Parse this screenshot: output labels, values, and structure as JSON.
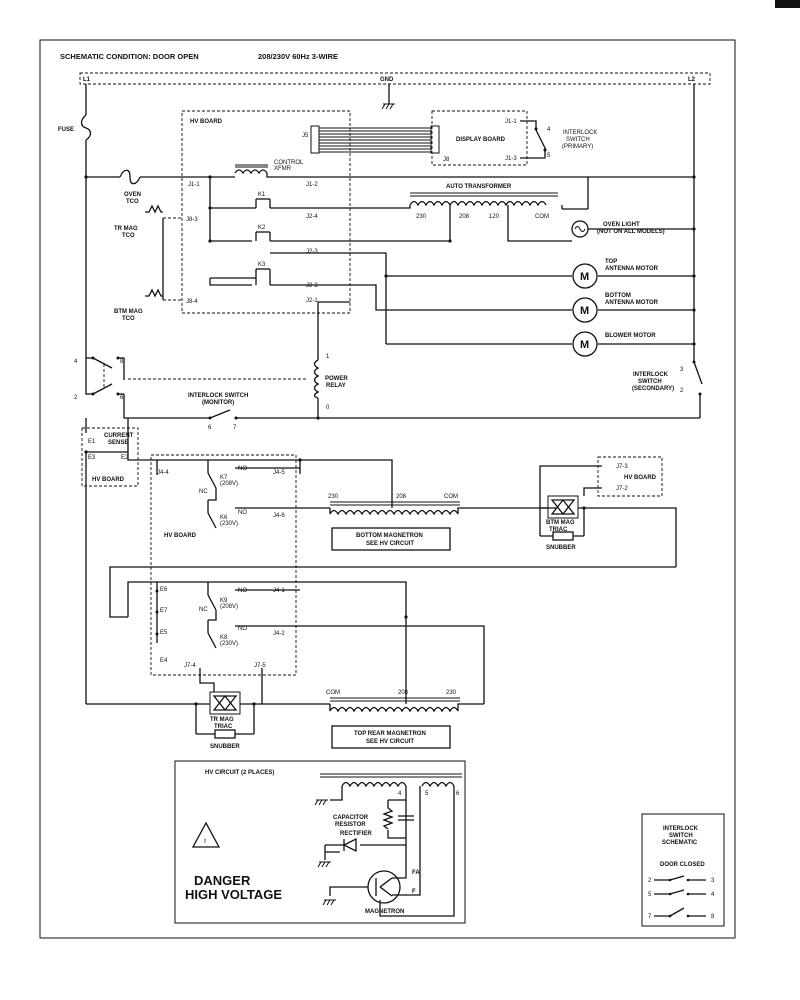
{
  "header": {
    "condition": "SCHEMATIC CONDITION: DOOR OPEN",
    "power": "208/230V 60Hz 3-WIRE"
  },
  "bus": {
    "l1": "L1",
    "gnd": "GND",
    "l2": "L2"
  },
  "fuse": "FUSE",
  "oven_tco": [
    "OVEN",
    "TCO"
  ],
  "tr_mag_tco": [
    "TR MAG",
    "TCO"
  ],
  "btm_mag_tco": [
    "BTM MAG",
    "TCO"
  ],
  "hv_board_top": {
    "title": "HV BOARD",
    "pins": {
      "j5": "J5",
      "j11": "J1-1",
      "j12": "J1-2",
      "j83": "J8-3",
      "j24": "J2-4",
      "j23": "J2-3",
      "j22": "J2-2",
      "j21": "J2-1",
      "j84": "J8-4"
    },
    "relays": {
      "k1": "K1",
      "k2": "K2",
      "k3": "K3"
    },
    "xfmr": [
      "CONTROL",
      "XFMR"
    ]
  },
  "display_board": {
    "title": "DISPLAY BOARD",
    "j8": "J8",
    "j11": "J1-1",
    "j13": "J1-3"
  },
  "interlock_primary": {
    "label": [
      "INTERLOCK",
      "SWITCH",
      "(PRIMARY)"
    ],
    "p4": "4",
    "p5": "5"
  },
  "auto_transformer": {
    "title": "AUTO TRANSFORMER",
    "taps": [
      "230",
      "208",
      "120",
      "COM"
    ]
  },
  "loads": {
    "oven_light": [
      "OVEN LIGHT",
      "(NOT ON ALL MODELS)"
    ],
    "top_antenna": [
      "TOP",
      "ANTENNA MOTOR"
    ],
    "bottom_antenna": [
      "BOTTOM",
      "ANTENNA MOTOR"
    ],
    "blower": [
      "BLOWER MOTOR"
    ],
    "motor_symbol": "M"
  },
  "left_switch": {
    "p4": "4",
    "p8": "8",
    "p2": "2",
    "p6": "6"
  },
  "power_relay": {
    "label": [
      "POWER",
      "RELAY"
    ],
    "p1": "1",
    "p0": "0"
  },
  "interlock_monitor": {
    "label": [
      "INTERLOCK SWITCH",
      "(MONITOR)"
    ],
    "p6": "6",
    "p7": "7"
  },
  "interlock_secondary": {
    "label": [
      "INTERLOCK",
      "SWITCH",
      "(SECONDARY)"
    ],
    "p3": "3",
    "p2": "2"
  },
  "current_sense": {
    "e1": "E1",
    "title": [
      "CURRENT",
      "SENSE"
    ],
    "e3": "E3",
    "e2": "E2",
    "board": "HV BOARD"
  },
  "hv_board_mid": {
    "title": "HV BOARD",
    "j44": "J4-4",
    "j45": "J4-5",
    "j46": "J4-6",
    "k7": [
      "K7",
      "(208V)"
    ],
    "k6": [
      "K6",
      "(230V)"
    ],
    "no1": "NO",
    "nc": "NC",
    "no2": "NO",
    "e6": "E6",
    "e7": "E7",
    "e5": "E5",
    "e4": "E4",
    "j41": "J4-1",
    "j42": "J4-2",
    "k9": [
      "K9",
      "(208V)"
    ],
    "k8": [
      "K8",
      "(230V)"
    ],
    "no3": "NO",
    "nc2": "NC",
    "no4": "NO",
    "j74": "J7-4",
    "j75": "J7-5"
  },
  "bottom_magnetron": {
    "taps": [
      "230",
      "208",
      "COM"
    ],
    "label": [
      "BOTTOM MAGNETRON",
      "SEE HV CIRCUIT"
    ]
  },
  "btm_triac": {
    "j73": "J7-3",
    "j72": "J7-2",
    "board": "HV BOARD",
    "label": [
      "BTM MAG",
      "TRIAC"
    ],
    "snubber": "SNUBBER"
  },
  "tr_triac": {
    "label": [
      "TR MAG",
      "TRIAC"
    ],
    "snubber": "SNUBBER"
  },
  "top_magnetron": {
    "taps": [
      "COM",
      "208",
      "230"
    ],
    "label": [
      "TOP REAR MAGNETRON",
      "SEE HV CIRCUIT"
    ]
  },
  "hv_circuit": {
    "title": "HV CIRCUIT (2 PLACES)",
    "danger": [
      "DANGER",
      "HIGH VOLTAGE"
    ],
    "taps": [
      "4",
      "5",
      "6"
    ],
    "cap_resistor": [
      "CAPACITOR",
      "RESISTOR"
    ],
    "rectifier": "RECTIFIER",
    "fa": "FA",
    "f": "F",
    "magnetron": "MAGNETRON"
  },
  "interlock_schematic": {
    "title": [
      "INTERLOCK",
      "SWITCH",
      "SCHEMATIC"
    ],
    "door_closed": "DOOR CLOSED",
    "rows": [
      [
        "2",
        "3"
      ],
      [
        "5",
        "4"
      ],
      [
        "7",
        "8"
      ]
    ]
  }
}
